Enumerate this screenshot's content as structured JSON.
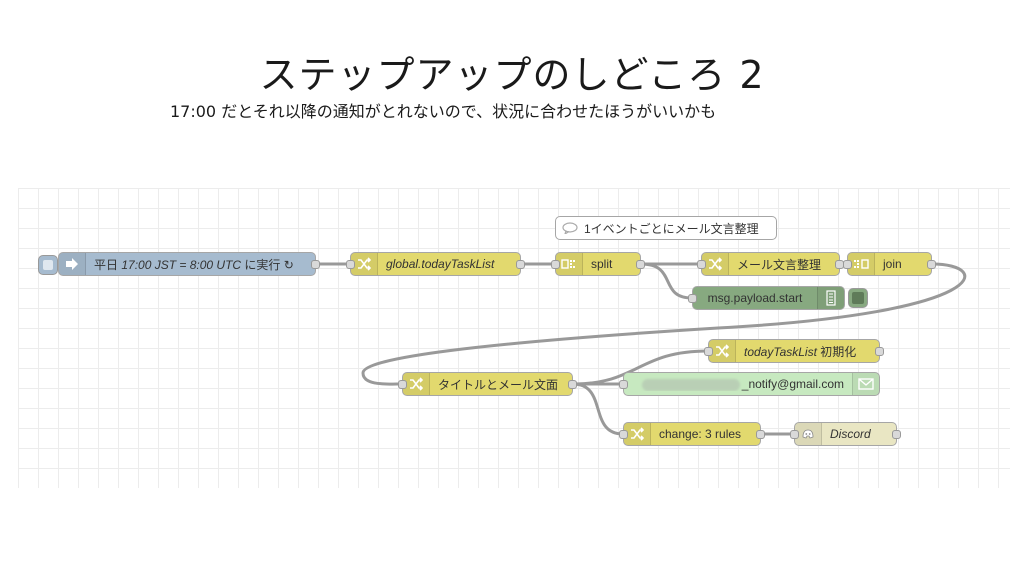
{
  "slide": {
    "title": "ステップアップのしどころ 2",
    "subtitle": "17:00 だとそれ以降の通知がとれないので、状況に合わせたほうがいいかも"
  },
  "flow": {
    "comment": "1イベントごとにメール文言整理",
    "inject_label_prefix": "平日 ",
    "inject_label_italic": "17:00 JST = 8:00 UTC",
    "inject_label_suffix": " に実行 ↻",
    "change_global": "global.todayTaskList",
    "split": "split",
    "mail_format": "メール文言整理",
    "join": "join",
    "debug": "msg.payload.start",
    "title_mail": "タイトルとメール文面",
    "reset_italic": "todayTaskList",
    "reset_suffix": " 初期化",
    "email_to": "_notify@gmail.com",
    "change_rules": "change: 3 rules",
    "discord": "Discord"
  },
  "colors": {
    "change_node": "#e2d96e",
    "debug_node": "#87a980",
    "inject_node": "#a6bbcf",
    "email_node": "#c7e9c0",
    "discord_node": "#e9e6c3"
  },
  "icons": [
    "inject-arrow-icon",
    "shuffle-icon",
    "split-icon",
    "join-icon",
    "list-icon",
    "envelope-icon",
    "discord-icon",
    "comment-icon"
  ]
}
